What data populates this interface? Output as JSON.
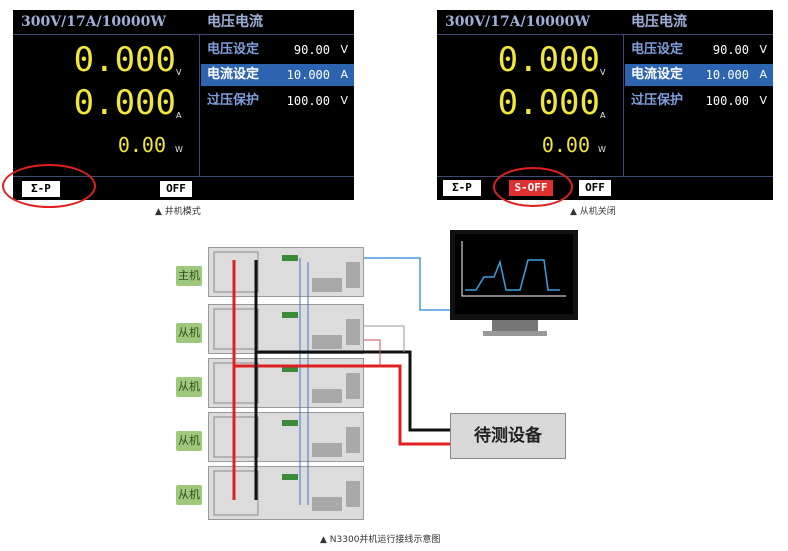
{
  "panels": [
    {
      "header_left": "300V/17A/10000W",
      "header_right": "电压电流",
      "voltage": "0.000",
      "voltage_unit": "V",
      "current": "0.000",
      "current_unit": "A",
      "power": "0.00",
      "power_unit": "W",
      "settings": [
        {
          "label": "电压设定",
          "value": "90.00",
          "unit": "V"
        },
        {
          "label": "电流设定",
          "value": "10.000",
          "unit": "A"
        },
        {
          "label": "过压保护",
          "value": "100.00",
          "unit": "V"
        }
      ],
      "buttons": [
        "Σ-P",
        "OFF"
      ],
      "caption": "▲ 并机模式"
    },
    {
      "header_left": "300V/17A/10000W",
      "header_right": "电压电流",
      "voltage": "0.000",
      "voltage_unit": "V",
      "current": "0.000",
      "current_unit": "A",
      "power": "0.00",
      "power_unit": "W",
      "settings": [
        {
          "label": "电压设定",
          "value": "90.00",
          "unit": "V"
        },
        {
          "label": "电流设定",
          "value": "10.000",
          "unit": "A"
        },
        {
          "label": "过压保护",
          "value": "100.00",
          "unit": "V"
        }
      ],
      "buttons": [
        "Σ-P",
        "S-OFF",
        "OFF"
      ],
      "caption": "▲ 从机关闭"
    }
  ],
  "diagram": {
    "labels": [
      "主机",
      "从机",
      "从机",
      "从机",
      "从机"
    ],
    "dut_label": "待测设备",
    "caption": "▲ N3300并机运行接线示意图"
  },
  "colors": {
    "highlight": "#2d64b0",
    "ring": "#e02020",
    "digits": "#f2e63a"
  }
}
